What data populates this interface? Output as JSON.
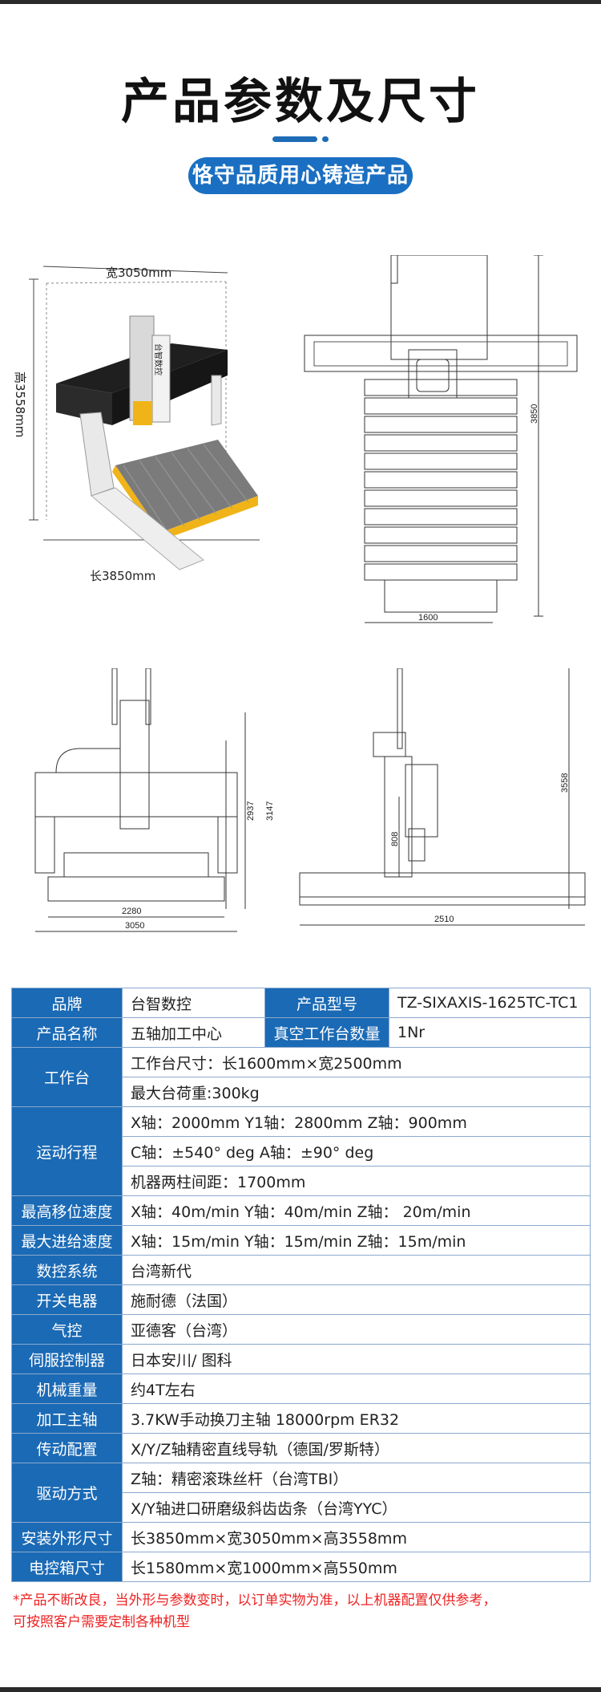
{
  "header": {
    "title": "产品参数及尺寸",
    "subtitle": "恪守品质用心铸造产品"
  },
  "drawings": {
    "perspective": {
      "width_label": "宽3050mm",
      "height_label": "高3558mm",
      "length_label": "长3850mm",
      "brand_mark": "台智数控"
    },
    "top_view": {
      "dims": [
        "3850",
        "1600"
      ]
    },
    "front_view": {
      "dims": [
        "2937",
        "3147",
        "2280",
        "3050"
      ]
    },
    "side_view": {
      "dims": [
        "3558",
        "808",
        "2510"
      ]
    }
  },
  "specs": {
    "brand_label": "品牌",
    "brand": "台智数控",
    "model_label": "产品型号",
    "model": "TZ-SIXAXIS-1625TC-TC1",
    "name_label": "产品名称",
    "name": "五轴加工中心",
    "vacuum_label": "真空工作台数量",
    "vacuum": "1Nr",
    "table_label": "工作台",
    "table_size": "工作台尺寸：长1600mm×宽2500mm",
    "table_load": "最大台荷重:300kg",
    "travel_label": "运动行程",
    "travel_xyz": "X轴：2000mm    Y1轴：2800mm  Z轴：900mm",
    "travel_ca": "C轴：±540° deg    A轴：±90° deg",
    "travel_cols": "机器两柱间距：1700mm",
    "max_move_label": "最高移位速度",
    "max_move": "X轴：40m/min     Y轴：40m/min      Z轴： 20m/min",
    "max_feed_label": "最大进给速度",
    "max_feed": "X轴：15m/min     Y轴：15m/min      Z轴：15m/min",
    "cnc_label": "数控系统",
    "cnc": "台湾新代",
    "switch_label": "开关电器",
    "switch": "施耐德（法国）",
    "pneumatic_label": "气控",
    "pneumatic": "亚德客（台湾）",
    "servo_label": "伺服控制器",
    "servo": "日本安川/ 图科",
    "weight_label": "机械重量",
    "weight": "约4T左右",
    "spindle_label": "加工主轴",
    "spindle": "3.7KW手动换刀主轴  18000rpm  ER32",
    "transmission_label": "传动配置",
    "transmission": "X/Y/Z轴精密直线导轨（德国/罗斯特）",
    "drive_label": "驱动方式",
    "drive_z": "Z轴：精密滚珠丝杆（台湾TBI）",
    "drive_xy": "X/Y轴进口研磨级斜齿齿条（台湾YYC）",
    "install_label": "安装外形尺寸",
    "install": "长3850mm×宽3050mm×高3558mm",
    "cabinet_label": "电控箱尺寸",
    "cabinet": "长1580mm×宽1000mm×高550mm"
  },
  "note": {
    "line1": "*产品不断改良，当外形与参数变时，以订单实物为准，以上机器配置仅供参考，",
    "line2": "可按照客户需要定制各种机型"
  },
  "colors": {
    "accent": "#1b6ab5",
    "note": "#e22222",
    "machine_yellow": "#f0b418"
  }
}
